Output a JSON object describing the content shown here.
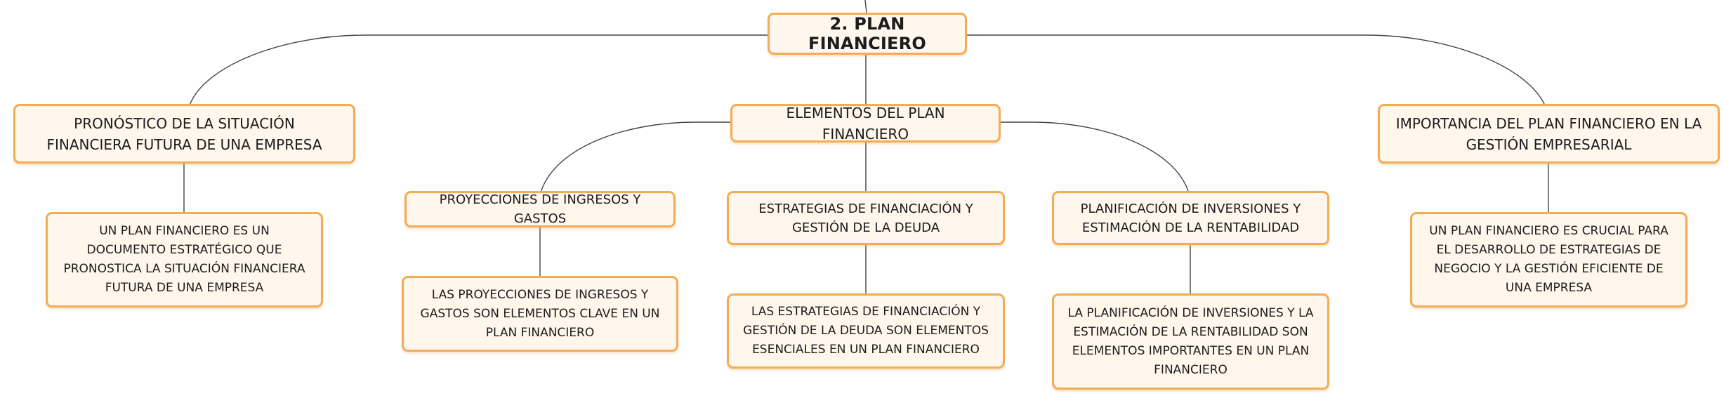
{
  "colors": {
    "border": "#f4ab55",
    "fill": "#fff6ec",
    "line": "#444444"
  },
  "map": {
    "root": "2. PLAN FINANCIERO",
    "branch_forecast": {
      "title": "PRONÓSTICO DE LA SITUACIÓN FINANCIERA FUTURA DE UNA EMPRESA",
      "detail": "UN PLAN FINANCIERO ES UN DOCUMENTO ESTRATÉGICO QUE PRONOSTICA LA SITUACIÓN FINANCIERA FUTURA DE UNA EMPRESA"
    },
    "branch_elements": {
      "title": "ELEMENTOS DEL PLAN FINANCIERO",
      "projections": {
        "title": "PROYECCIONES DE INGRESOS Y GASTOS",
        "detail": "LAS PROYECCIONES DE INGRESOS Y GASTOS SON ELEMENTOS CLAVE EN UN PLAN FINANCIERO"
      },
      "strategies": {
        "title": "ESTRATEGIAS DE FINANCIACIÓN Y GESTIÓN DE LA DEUDA",
        "detail": "LAS ESTRATEGIAS DE FINANCIACIÓN Y GESTIÓN DE LA DEUDA SON ELEMENTOS ESENCIALES EN UN PLAN FINANCIERO"
      },
      "planning": {
        "title": "PLANIFICACIÓN DE INVERSIONES Y ESTIMACIÓN DE LA RENTABILIDAD",
        "detail": "LA PLANIFICACIÓN DE INVERSIONES Y LA ESTIMACIÓN DE LA RENTABILIDAD SON ELEMENTOS IMPORTANTES EN UN PLAN FINANCIERO"
      }
    },
    "branch_importance": {
      "title": "IMPORTANCIA DEL PLAN FINANCIERO EN LA GESTIÓN EMPRESARIAL",
      "detail": "UN PLAN FINANCIERO ES CRUCIAL PARA EL DESARROLLO DE ESTRATEGIAS DE NEGOCIO Y LA GESTIÓN EFICIENTE DE UNA EMPRESA"
    }
  }
}
